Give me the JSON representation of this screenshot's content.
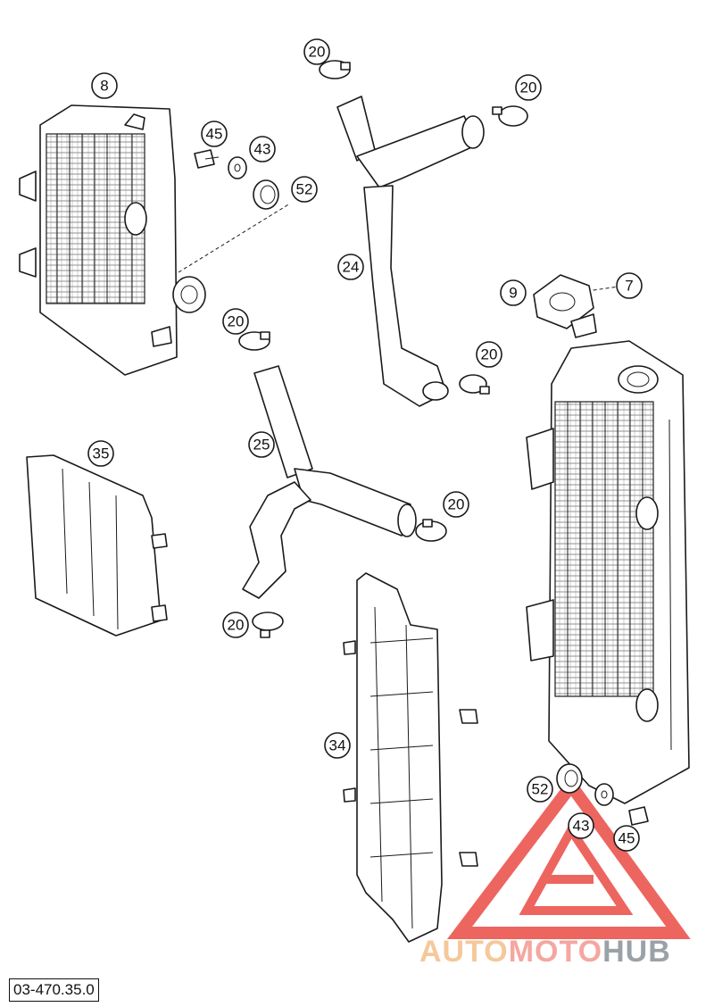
{
  "document": {
    "number": "03-470.35.0"
  },
  "callouts": [
    {
      "id": "c8",
      "label": "8"
    },
    {
      "id": "c20a",
      "label": "20"
    },
    {
      "id": "c20b",
      "label": "20"
    },
    {
      "id": "c45a",
      "label": "45"
    },
    {
      "id": "c43a",
      "label": "43"
    },
    {
      "id": "c52a",
      "label": "52"
    },
    {
      "id": "c24",
      "label": "24"
    },
    {
      "id": "c9",
      "label": "9"
    },
    {
      "id": "c7",
      "label": "7"
    },
    {
      "id": "c20c",
      "label": "20"
    },
    {
      "id": "c20d",
      "label": "20"
    },
    {
      "id": "c25",
      "label": "25"
    },
    {
      "id": "c35",
      "label": "35"
    },
    {
      "id": "c20e",
      "label": "20"
    },
    {
      "id": "c20f",
      "label": "20"
    },
    {
      "id": "c34",
      "label": "34"
    },
    {
      "id": "c52b",
      "label": "52"
    },
    {
      "id": "c43b",
      "label": "43"
    },
    {
      "id": "c45b",
      "label": "45"
    }
  ],
  "watermark": {
    "part1": "AUTO",
    "part2": "MOTO",
    "part3": "HUB",
    "colors": {
      "part1": "#f5c89a",
      "part2": "#f4a7a0",
      "part3": "#9aa2a8",
      "logo": "#e8322a"
    }
  }
}
